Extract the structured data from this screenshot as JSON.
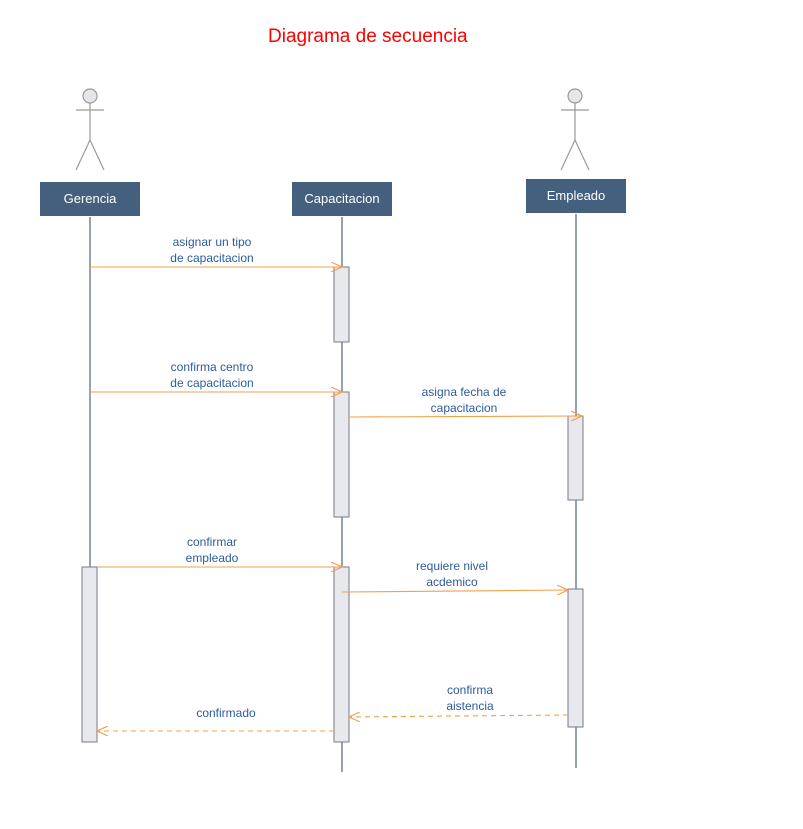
{
  "title": "Diagrama de secuencia",
  "colors": {
    "title": "#ff0000",
    "actor_box": "#455f7f",
    "lifeline": "#2d4460",
    "message": "#f2a04c",
    "message_text": "#2d5c9a",
    "activation": "#e8e8ef"
  },
  "actors": [
    {
      "id": "gerencia",
      "label": "Gerencia",
      "icon": "stick-figure-icon"
    },
    {
      "id": "capacitacion",
      "label": "Capacitacion"
    },
    {
      "id": "empleado",
      "label": "Empleado",
      "icon": "stick-figure-icon"
    }
  ],
  "messages": [
    {
      "from": "gerencia",
      "to": "capacitacion",
      "label": "asignar un tipo\nde capacitacion",
      "style": "sync"
    },
    {
      "from": "gerencia",
      "to": "capacitacion",
      "label": "confirma centro\nde capacitacion",
      "style": "sync"
    },
    {
      "from": "capacitacion",
      "to": "empleado",
      "label": "asigna fecha de\ncapacitacion",
      "style": "sync"
    },
    {
      "from": "gerencia",
      "to": "capacitacion",
      "label": "confirmar\nempleado",
      "style": "sync"
    },
    {
      "from": "capacitacion",
      "to": "empleado",
      "label": "requiere nivel\nacdemico",
      "style": "sync"
    },
    {
      "from": "empleado",
      "to": "capacitacion",
      "label": "confirma\naistencia",
      "style": "return"
    },
    {
      "from": "capacitacion",
      "to": "gerencia",
      "label": "confirmado",
      "style": "return"
    }
  ]
}
